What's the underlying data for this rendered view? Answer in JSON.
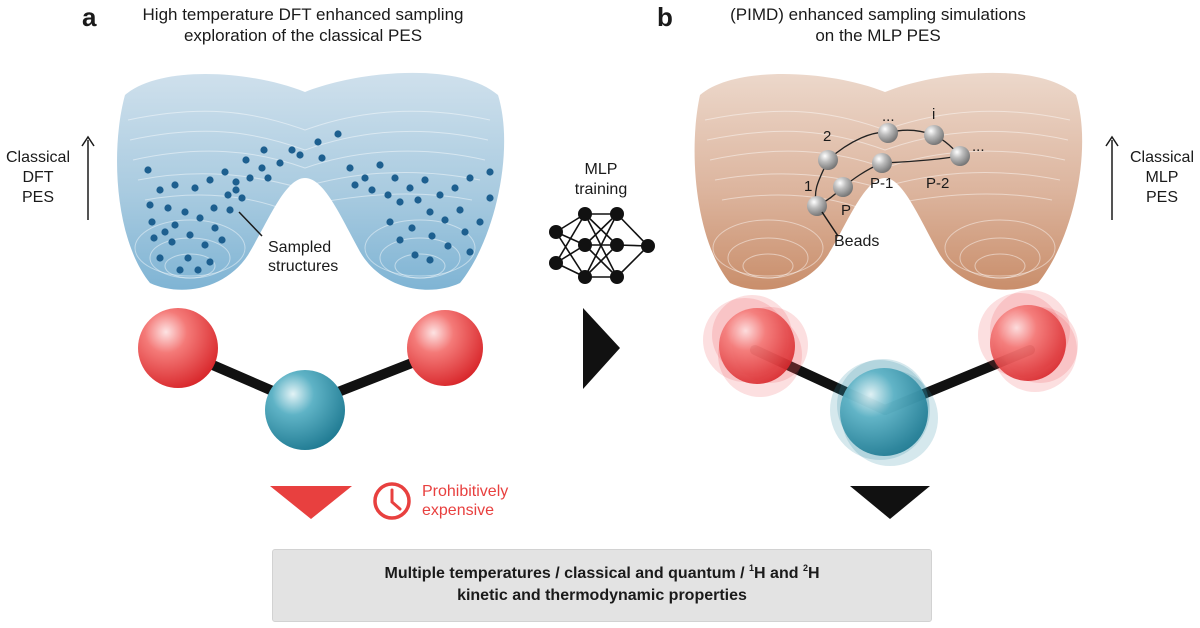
{
  "panel_a": {
    "letter": "a",
    "heading": "High temperature DFT enhanced sampling\nexploration of the classical PES",
    "axis_label": "Classical\nDFT\nPES",
    "sampled_label": "Sampled\nstructures",
    "cost_label": "Prohibitively\nexpensive",
    "colors": {
      "surface": "#9cc3dc",
      "points": "#1d5f8f",
      "oxygen": "#e8403f",
      "hydrogen": "#2f8ea6"
    }
  },
  "middle": {
    "label": "MLP\ntraining",
    "icon": "neural-network-icon"
  },
  "panel_b": {
    "letter": "b",
    "heading": "(PIMD) enhanced sampling simulations\non the MLP PES",
    "axis_label": "Classical\nMLP\nPES",
    "beads_label": "Beads",
    "bead_labels": [
      "2",
      "...",
      "i",
      "...",
      "1",
      "P",
      "P-1",
      "P-2"
    ],
    "colors": {
      "surface": "#d9ab92",
      "beads": "#9a9a9a"
    }
  },
  "bottom": {
    "line1_a": "Multiple temperatures / classical and quantum / ",
    "sup1": "1",
    "line1_b": "H and ",
    "sup2": "2",
    "line1_c": "H",
    "line2": "kinetic and thermodynamic properties"
  }
}
